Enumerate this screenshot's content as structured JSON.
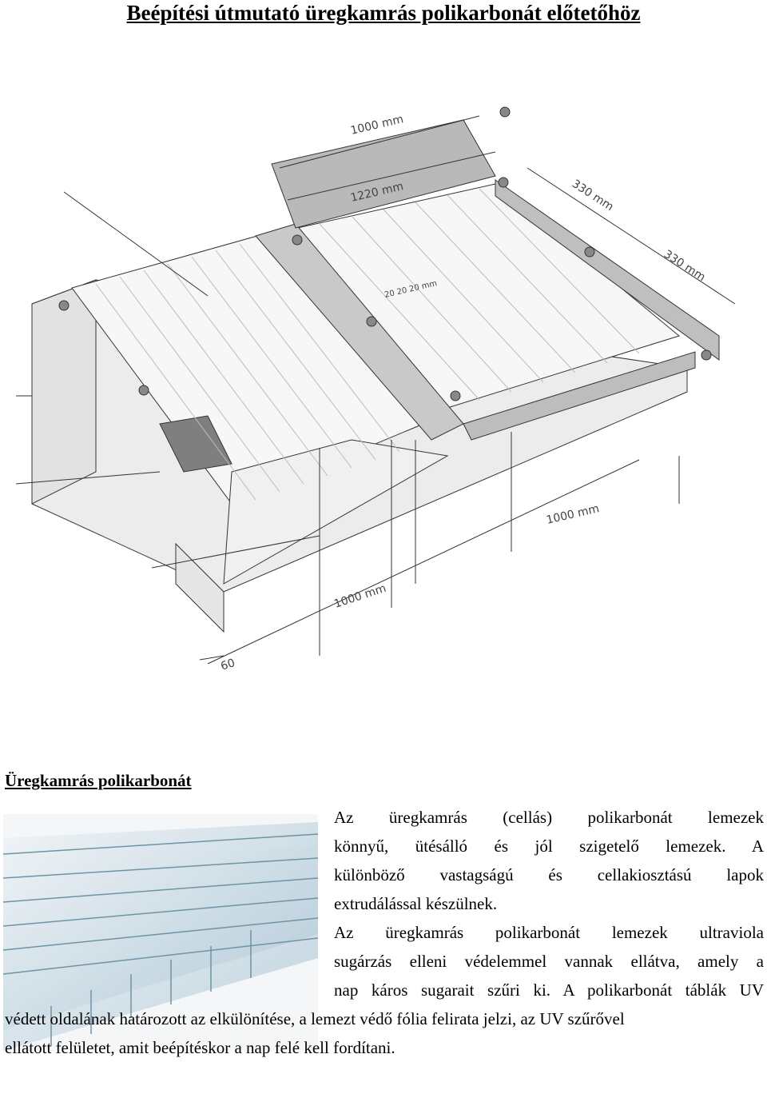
{
  "page": {
    "title": "Beépítési útmutató üregkamrás polikarbonát előtetőhöz"
  },
  "diagram": {
    "dimensions": {
      "width_top": "1000 mm",
      "width_panel": "1220 mm",
      "spacing_a": "330 mm",
      "spacing_b": "330 mm",
      "gaps": "20 20 20 mm",
      "length_front": "1000 mm",
      "length_side": "1000 mm",
      "overhang": "60"
    }
  },
  "section": {
    "heading": "Üregkamrás polikarbonát",
    "lines": [
      "Az üregkamrás (cellás) polikarbonát lemezek",
      "könnyű, ütésálló és jól szigetelő lemezek. A",
      "különböző vastagságú és cellakiosztású lapok",
      "extrudálással készülnek.",
      "Az üregkamrás polikarbonát lemezek ultraviola",
      "sugárzás elleni védelemmel vannak ellátva, amely a",
      "nap káros sugarait szűri ki. A polikarbonát táblák UV",
      "védett oldalának határozott az elkülönítése, a lemezt védő fólia felirata jelzi, az UV szűrővel",
      "ellátott felületet, amit beépítéskor a nap felé kell fordítani."
    ]
  },
  "colors": {
    "profile": "#b9b9b9",
    "beam": "#ececec",
    "panel": "#f7f7f7",
    "photo_glass": "#a9c4d3"
  }
}
